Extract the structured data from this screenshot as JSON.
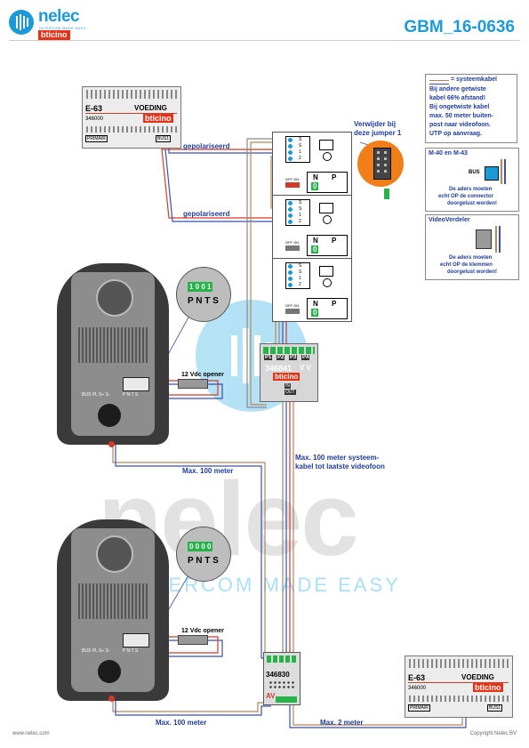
{
  "header": {
    "brand": "nelec",
    "tagline": "INTERCOM MADE EASY",
    "sub_brand": "bticino",
    "doc_id": "GBM_16-0636"
  },
  "watermark": {
    "word": "nelec",
    "tagline": "INTERCOM MADE EASY"
  },
  "power_supply": {
    "model": "E-63",
    "label": "VOEDING",
    "part": "346000",
    "brand": "bticino",
    "primary_label": "PRIMAIR",
    "bus_label": "BUS1",
    "bus_minus": "-",
    "bus_plus": "+"
  },
  "wiring": {
    "polarized_1": "gepolariseerd",
    "polarized_2": "gepolariseerd",
    "max_100_upper": "Max. 100 meter",
    "max_100_lower": "Max. 100 meter",
    "max_2": "Max. 2 meter",
    "max_system_line1": "Max. 100 meter systeem-",
    "max_system_line2": "kabel tot laatste videofoon",
    "opener": "12 Vdc opener"
  },
  "jumper_note": {
    "line1": "Verwijder bij",
    "line2": "deze jumper 1"
  },
  "monitors": {
    "term_labels": [
      "S",
      "S",
      "1",
      "2"
    ],
    "off_on": "OFF ON",
    "n": "N",
    "p": "P",
    "zero": "0"
  },
  "distributor": {
    "part": "346841",
    "vv": "V V",
    "ports": [
      "P1",
      "P2",
      "P3",
      "P4"
    ],
    "brand": "bticino",
    "in_label": "IN",
    "out_label": "OUT"
  },
  "door_panel": {
    "bus_labels": "BUS PL S+ S-",
    "pnts": "P N T S",
    "dip_top_1": "1 0 0 1",
    "dip_top_2": "0 0 0 0"
  },
  "interface": {
    "part": "346830",
    "av": "AV"
  },
  "legend": {
    "cable_label": "= systeemkabel",
    "lines": [
      "Bij andere getwiste",
      "kabel 66% afstand!",
      "Bij ongetwiste kabel",
      "max. 50 meter buiten-",
      "post naar videofoon.",
      "UTP op aanvraag."
    ]
  },
  "m40_box": {
    "title": "M-40 en M-43",
    "bus": "BUS",
    "note_line1": "De aders moeten",
    "note_line2": "echt OP de connector",
    "note_line3": "doorgelust worden!"
  },
  "video_box": {
    "title": "VideoVerdeler",
    "note_line1": "De aders moeten",
    "note_line2": "echt OP de klemmen",
    "note_line3": "doorgelust worden!"
  },
  "footer": {
    "website": "www.nelec.com",
    "copyright": "Copyright Nelec BV"
  },
  "colors": {
    "brand_blue": "#1b9ad6",
    "header_title": "#1e9bd7",
    "text_blue": "#1f3d99",
    "wire_red": "#d23a2a",
    "wire_brown": "#b5875a",
    "wire_blue": "#3c4fb0",
    "wire_grey": "#8a8a8a",
    "terminal_green": "#26b34a",
    "bticino_red": "#e63318",
    "orange": "#f07f1a",
    "watermark_blue": "#59c0ec",
    "watermark_grey": "#bcbcbc"
  }
}
